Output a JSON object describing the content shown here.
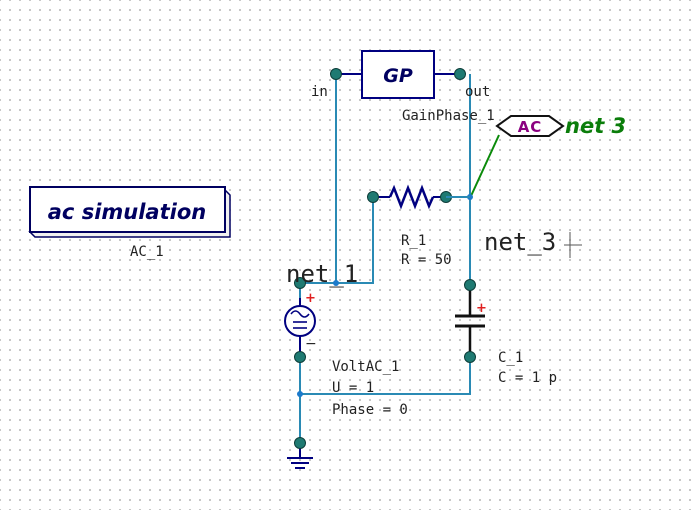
{
  "simulation": {
    "title": "ac simulation",
    "id": "AC_1"
  },
  "gainphase": {
    "symbol": "GP",
    "port_in": "in",
    "port_out": "out",
    "id": "GainPhase_1"
  },
  "probe": {
    "symbol": "AC",
    "net": "net 3"
  },
  "resistor": {
    "id": "R_1",
    "value": "R = 50"
  },
  "capacitor": {
    "id": "C_1",
    "value": "C = 1 p"
  },
  "source": {
    "id": "VoltAC_1",
    "u": "U = 1",
    "phase": "Phase = 0",
    "plus": "+",
    "minus": "−"
  },
  "cap_plus": "+",
  "nets": {
    "net1": "net_1",
    "net3": "net_3"
  },
  "colors": {
    "wire": "#2a8ab4",
    "port": "#1f7a72",
    "component": "#000080",
    "probe_label": "#0a7d0a",
    "probe_symbol": "#8b0080"
  }
}
